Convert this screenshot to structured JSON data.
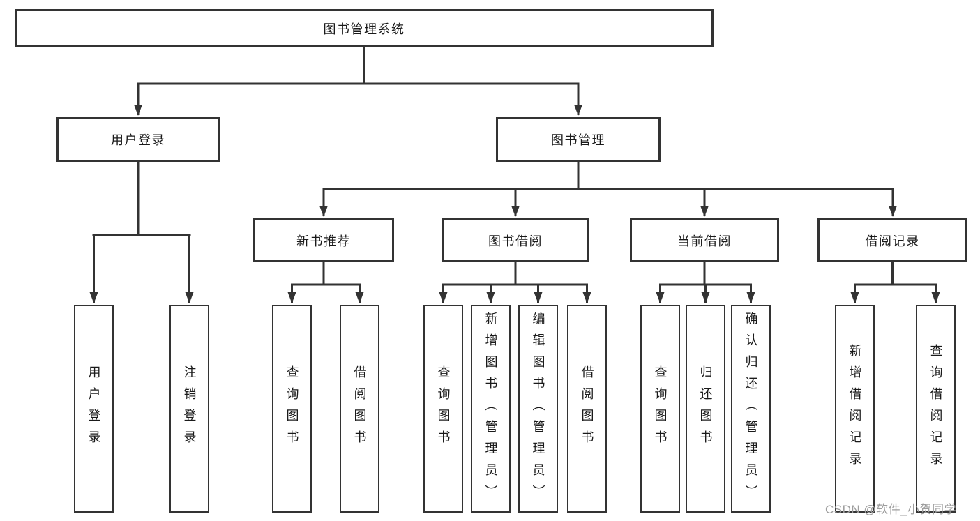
{
  "nodes": {
    "root": "图书管理系统",
    "user_login": "用户登录",
    "book_mgmt": "图书管理",
    "new_books": "新书推荐",
    "book_borrow": "图书借阅",
    "current_borrow": "当前借阅",
    "borrow_records": "借阅记录"
  },
  "leaves": {
    "user_login": [
      "用户登录",
      "注销登录"
    ],
    "new_books": [
      "查询图书",
      "借阅图书"
    ],
    "book_borrow": [
      "查询图书",
      "新增图书（管理员）",
      "编辑图书（管理员）",
      "借阅图书"
    ],
    "current_borrow": [
      "查询图书",
      "归还图书",
      "确认归还（管理员）"
    ],
    "borrow_records": [
      "新增借阅记录",
      "查询借阅记录"
    ]
  },
  "watermark": "CSDN @软件_小贺同学",
  "colors": {
    "line": "#333333",
    "text": "#1a1a1a",
    "watermark": "#9e9e9e",
    "background": "#ffffff"
  }
}
